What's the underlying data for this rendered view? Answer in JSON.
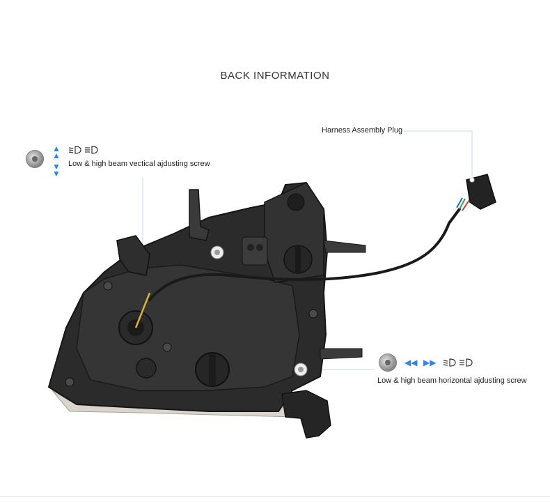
{
  "title": "BACK INFORMATION",
  "callouts": {
    "harness": {
      "label": "Harness Assembly Plug"
    },
    "vertical": {
      "label": "Low & high beam vectical ajdusting screw"
    },
    "horizontal": {
      "label": "Low & high beam horizontal ajdusting screw"
    }
  },
  "icons": {
    "screw": "screw-icon",
    "arrow_up": "chevron-up-icon",
    "arrow_down": "chevron-down-icon",
    "arrow_left": "chevron-left-icon",
    "arrow_right": "chevron-right-icon",
    "low_beam": "low-beam-icon",
    "high_beam": "high-beam-icon"
  },
  "colors": {
    "accent": "#2f86e3",
    "leader_line": "#c7dce9",
    "housing": "#2b2b2b"
  }
}
